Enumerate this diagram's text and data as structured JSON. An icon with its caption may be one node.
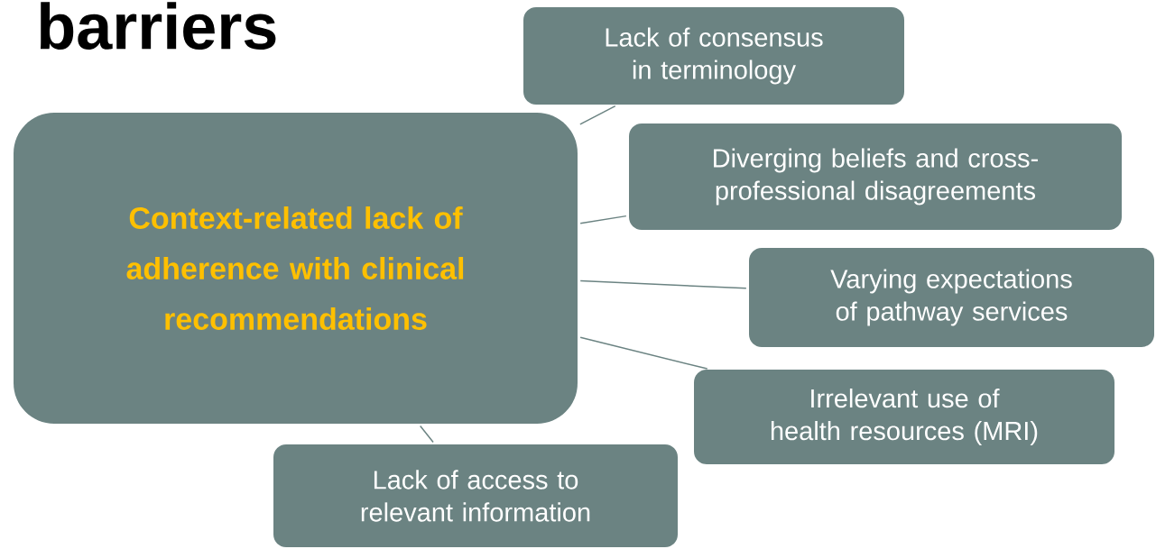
{
  "diagram": {
    "title": "barriers",
    "nodes": [
      {
        "text": [
          "Context-related lack of adherence with clinical recommendations"
        ]
      },
      {
        "text": [
          "Lack of consensus in terminology"
        ]
      },
      {
        "text": [
          "Diverging beliefs and cross-professional disagreements"
        ]
      },
      {
        "text": [
          "Varying expectations of pathway services"
        ]
      },
      {
        "text": [
          "Irrelevant use of health resources (MRI)"
        ]
      },
      {
        "text": [
          "Lack of access to relevant information"
        ]
      }
    ],
    "edges": [
      {
        "from": 0,
        "to": 1,
        "arrow": "none"
      },
      {
        "from": 0,
        "to": 2,
        "arrow": "none"
      },
      {
        "from": 0,
        "to": 3,
        "arrow": "none"
      },
      {
        "from": 0,
        "to": 4,
        "arrow": "none"
      },
      {
        "from": 0,
        "to": 5,
        "arrow": "none"
      }
    ]
  }
}
